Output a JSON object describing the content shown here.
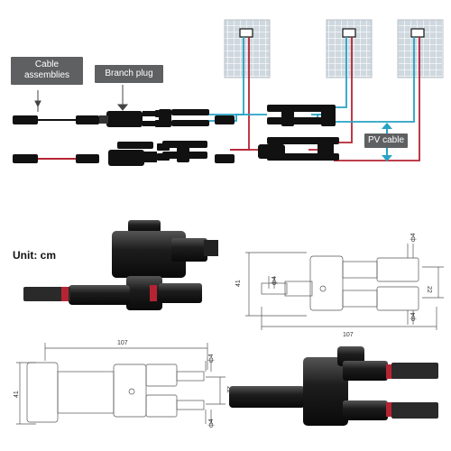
{
  "callouts": {
    "cable_assemblies": "Cable\nassemblies",
    "branch_plug": "Branch plug",
    "pv_cable": "PV cable"
  },
  "unit_label": "Unit: cm",
  "dimensions": {
    "top_right": {
      "length": "107",
      "height": "41",
      "spacing": "22",
      "phi_top": "ф4",
      "phi_bottom": "ф4",
      "phi_mid": "ф4"
    },
    "bottom_left": {
      "length": "107",
      "height": "41",
      "spacing": "22",
      "phi_top": "ф4",
      "phi_bottom": "ф4"
    }
  },
  "colors": {
    "blue_wire": "#27a3c4",
    "red_wire": "#b52433",
    "callout_bg": "#5f6062",
    "panel_fill": "#c8d2da"
  },
  "icons": {
    "panel": "solar-panel-icon",
    "connector": "mc4-connector-icon",
    "arrow": "double-arrow-icon"
  }
}
